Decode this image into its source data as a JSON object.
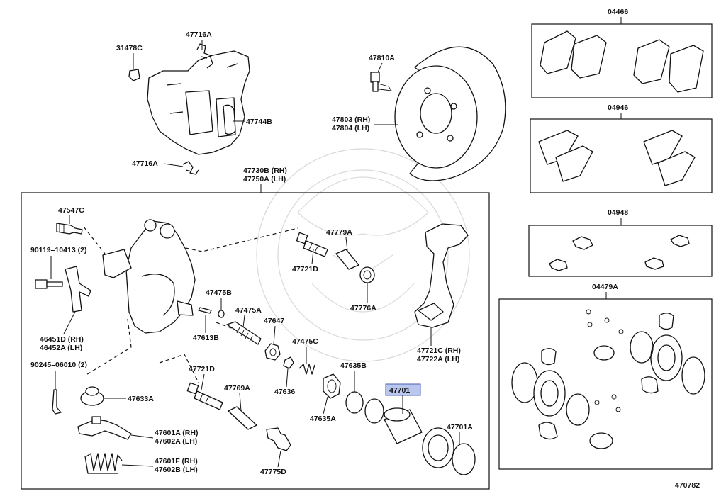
{
  "diagram_id": "470782",
  "highlighted_part": "47701",
  "labels": {
    "p31478C": "31478C",
    "p47716A_top": "47716A",
    "p47744B": "47744B",
    "p47716A_bot": "47716A",
    "p47810A": "47810A",
    "p47803": "47803 (RH)",
    "p47804": "47804 (LH)",
    "p47730B": "47730B (RH)",
    "p47750A": "47750A (LH)",
    "p47547C": "47547C",
    "p90119": "90119–10413 (2)",
    "p46451D": "46451D (RH)",
    "p46452A": "46452A (LH)",
    "p90245": "90245–06010 (2)",
    "p47633A": "47633A",
    "p47601A": "47601A (RH)",
    "p47602A": "47602A (LH)",
    "p47601F": "47601F (RH)",
    "p47602B": "47602B (LH)",
    "p47779A": "47779A",
    "p47721D_top": "47721D",
    "p47776A": "47776A",
    "p47475B": "47475B",
    "p47475A": "47475A",
    "p47647": "47647",
    "p47613B": "47613B",
    "p47475C": "47475C",
    "p47721D_bot": "47721D",
    "p47769A": "47769A",
    "p47636": "47636",
    "p47635B": "47635B",
    "p47635A": "47635A",
    "p47775D": "47775D",
    "p47701": "47701",
    "p47701A": "47701A",
    "p47721C": "47721C (RH)",
    "p47722A": "47722A (LH)",
    "kit04466": "04466",
    "kit04946": "04946",
    "kit04948": "04948",
    "kit04479A": "04479A"
  },
  "colors": {
    "line": "#111111",
    "highlight_fill": "#b9c6ee",
    "highlight_stroke": "#4a5cb0",
    "watermark": "#d9d9d9"
  }
}
